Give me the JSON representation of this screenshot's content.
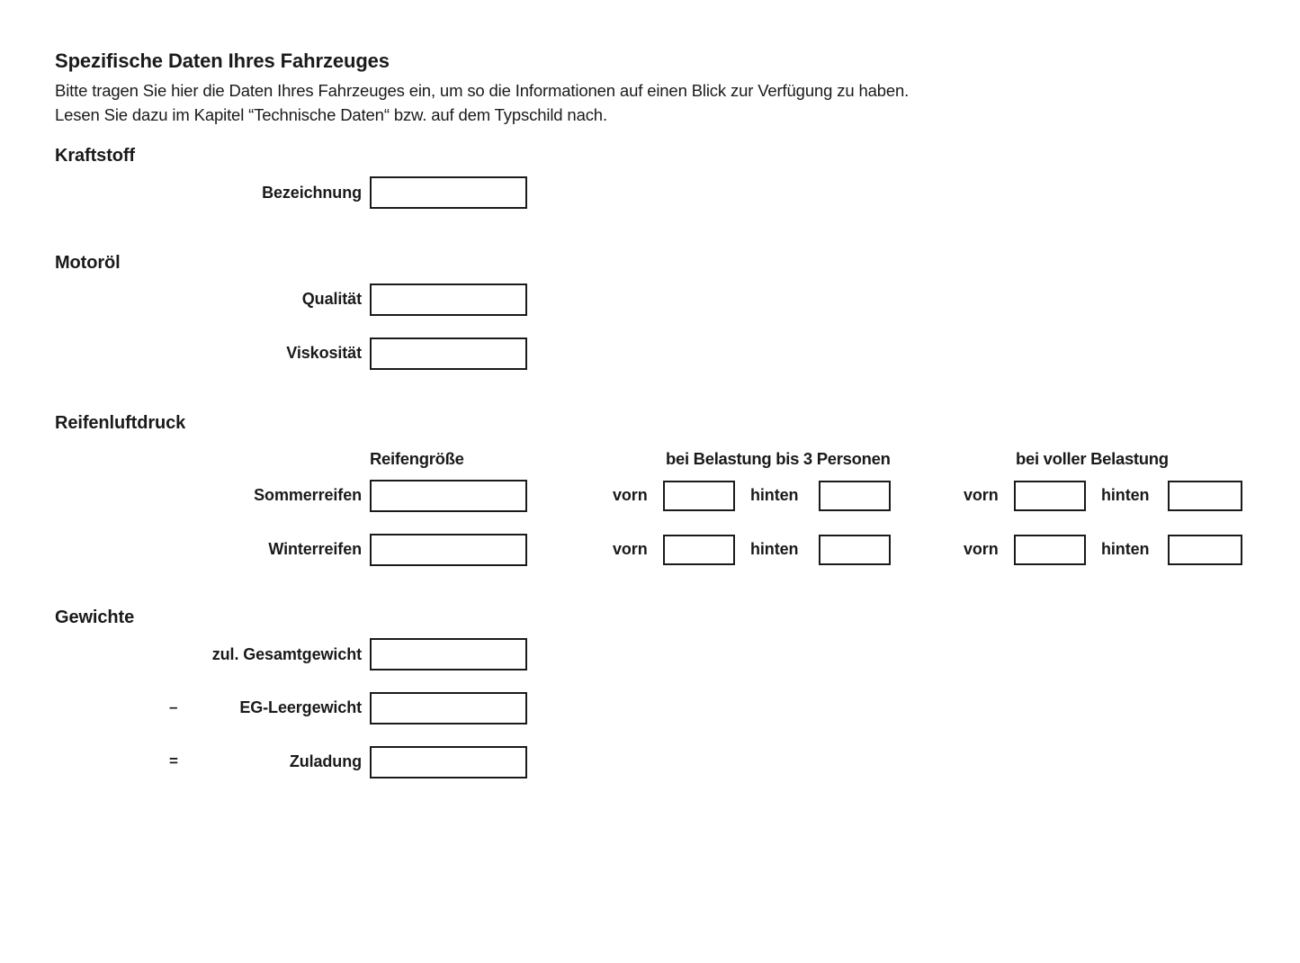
{
  "document": {
    "title": "Spezifische Daten Ihres Fahrzeuges",
    "intro_line_1": "Bitte tragen Sie hier die Daten Ihres Fahrzeuges ein, um so die Informationen auf einen Blick zur Verfügung zu haben.",
    "intro_line_2": "Lesen Sie dazu im Kapitel “Technische Daten“ bzw. auf dem Typschild nach."
  },
  "sections": {
    "fuel": {
      "heading": "Kraftstoff",
      "fields": [
        {
          "label": "Bezeichnung",
          "value": ""
        }
      ]
    },
    "engine_oil": {
      "heading": "Motoröl",
      "fields": [
        {
          "label": "Qualität",
          "value": ""
        },
        {
          "label": "Viskosität",
          "value": ""
        }
      ]
    },
    "tire_pressure": {
      "heading": "Reifenluftdruck",
      "column_headers": {
        "tire_size": "Reifengröße",
        "load_up_to_3": "bei Belastung bis 3 Personen",
        "full_load": "bei voller Belastung"
      },
      "axle_labels": {
        "front": "vorn",
        "rear": "hinten"
      },
      "rows": [
        {
          "label": "Sommerreifen",
          "tire_size": "",
          "load_up_to_3": {
            "front": "",
            "rear": ""
          },
          "full_load": {
            "front": "",
            "rear": ""
          }
        },
        {
          "label": "Winterreifen",
          "tire_size": "",
          "load_up_to_3": {
            "front": "",
            "rear": ""
          },
          "full_load": {
            "front": "",
            "rear": ""
          }
        }
      ]
    },
    "weights": {
      "heading": "Gewichte",
      "fields": [
        {
          "operator": "",
          "label": "zul. Gesamtgewicht",
          "value": ""
        },
        {
          "operator": "–",
          "label": "EG-Leergewicht",
          "value": ""
        },
        {
          "operator": "=",
          "label": "Zuladung",
          "value": ""
        }
      ]
    }
  },
  "colors": {
    "text": "#1a1a1a",
    "box_border": "#1a1a1a",
    "background": "#ffffff"
  }
}
